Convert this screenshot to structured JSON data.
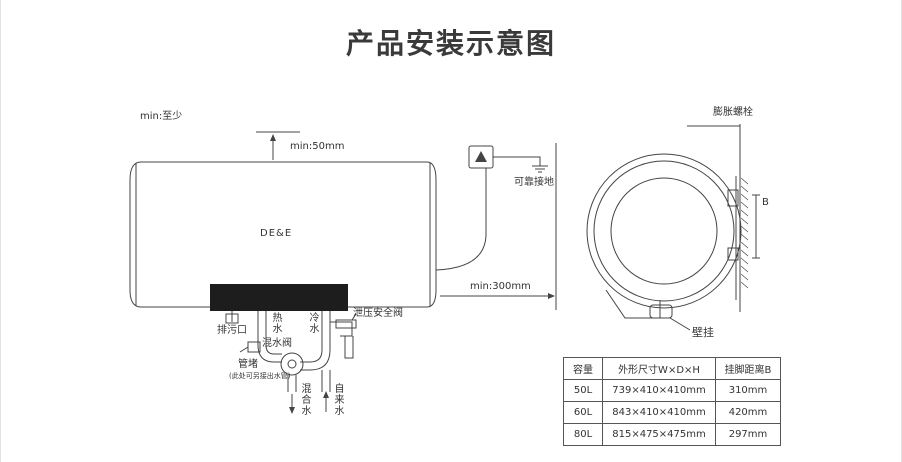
{
  "title": "产品安装示意图",
  "labels": {
    "min_note": "min:至少",
    "min_50": "min:50mm",
    "min_300": "min:300mm",
    "ground": "可靠接地",
    "brand": "DE&E",
    "drain": "排污口",
    "hot": "热水",
    "cold": "冷水",
    "relief_valve": "泄压安全阀",
    "mixing_valve": "混水阀",
    "pipe_plug": "管堵",
    "pipe_plug_note": "(此处可另接出水管)",
    "mixed_water": "混合水",
    "tap_water": "自来水",
    "expansion_bolt": "膨胀螺栓",
    "dim_b": "B",
    "wall_hang": "壁挂"
  },
  "spec_table": {
    "headers": [
      "容量",
      "外形尺寸W×D×H",
      "挂脚距离B"
    ],
    "rows": [
      [
        "50L",
        "739×410×410mm",
        "310mm"
      ],
      [
        "60L",
        "843×410×410mm",
        "420mm"
      ],
      [
        "80L",
        "815×475×475mm",
        "297mm"
      ]
    ]
  },
  "colors": {
    "line": "#444444",
    "panel": "#1d1d1d",
    "text": "#333333"
  }
}
